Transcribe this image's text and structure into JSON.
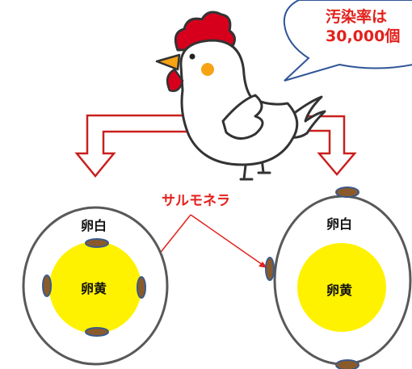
{
  "bubble": {
    "line1": "汚染率は",
    "line2": "30,000個"
  },
  "salmonella_label": "サルモネラ",
  "eggs": [
    {
      "white": "卵白",
      "yolk": "卵黄"
    },
    {
      "white": "卵白",
      "yolk": "卵黄"
    }
  ],
  "icons": [
    "chicken-icon",
    "salmonella-dot-icon"
  ],
  "colors": {
    "arrow_red": "#c9201e",
    "label_red": "#e3211c",
    "yolk": "#fff200",
    "bacteria_brown": "#8a5a2b",
    "bacteria_outline": "#3a5a8a"
  }
}
